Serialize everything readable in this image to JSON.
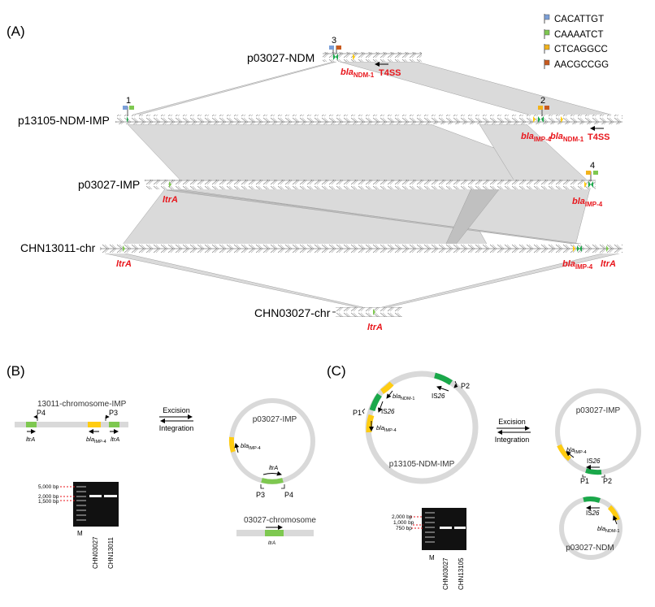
{
  "panels": {
    "A": {
      "label": "(A)"
    },
    "B": {
      "label": "(B)"
    },
    "C": {
      "label": "(C)"
    }
  },
  "legend": {
    "items": [
      {
        "label": "CACATTGT",
        "color": "#7b9fd8"
      },
      {
        "label": "CAAAATCT",
        "color": "#7ec850"
      },
      {
        "label": "CTCAGGCC",
        "color": "#f2b21a"
      },
      {
        "label": "AACGCCGG",
        "color": "#c85a1e"
      }
    ]
  },
  "colors": {
    "gene_label": "#e8151b",
    "link_fill": "#d9d9d9",
    "ltrA": "#7ec850",
    "bla": "#ffcc11",
    "is26": "#1aa84a",
    "plasmid_ring": "#d9d9d9",
    "gel_bg": "#111111"
  },
  "tracks": {
    "p03027_NDM": {
      "label": "p03027-NDM",
      "site_number": "3",
      "genes": [
        "bla",
        "NDM-1",
        "T4SS"
      ]
    },
    "p13105_NDM_IMP": {
      "label": "p13105-NDM-IMP",
      "site_left": "1",
      "site_right": "2",
      "genes": {
        "bla_imp": [
          "bla",
          "IMP-4"
        ],
        "bla_ndm": [
          "bla",
          "NDM-1"
        ],
        "t4ss": "T4SS"
      }
    },
    "p03027_IMP": {
      "label": "p03027-IMP",
      "site_number": "4",
      "genes": {
        "ltrA": "ltrA",
        "bla_imp": [
          "bla",
          "IMP-4"
        ]
      }
    },
    "CHN13011_chr": {
      "label": "CHN13011-chr",
      "genes": {
        "ltrA_left": "ltrA",
        "bla_imp": [
          "bla",
          "IMP-4"
        ],
        "ltrA_right": "ltrA"
      }
    },
    "CHN03027_chr": {
      "label": "CHN03027-chr",
      "genes": {
        "ltrA": "ltrA"
      }
    }
  },
  "panelB": {
    "chromosome_title": "13011-chromosome-IMP",
    "primers": {
      "p3": "P3",
      "p4": "P4"
    },
    "genes": {
      "ltrA": "ltrA",
      "bla": "bla",
      "imp_sub": "IMP-4"
    },
    "excision": "Excision",
    "integration": "Integration",
    "plasmid_name": "p03027-IMP",
    "chromosome2_title": "03027-chromosome",
    "gel": {
      "markers": [
        "5,000 bp",
        "2,000 bp",
        "1,500 bp"
      ],
      "lanes": [
        "M",
        "CHN03027",
        "CHN13011"
      ]
    }
  },
  "panelC": {
    "plasmid_big": "p13105-NDM-IMP",
    "is26": "IS26",
    "is_label": "IS",
    "is_num": "26",
    "primers": {
      "p1": "P1",
      "p2": "P2"
    },
    "genes": {
      "bla": "bla",
      "ndm_sub": "NDM-1",
      "imp_sub": "IMP-4"
    },
    "excision": "Excision",
    "integration": "Integration",
    "plasmid_imp": "p03027-IMP",
    "plasmid_ndm": "p03027-NDM",
    "gel": {
      "markers": [
        "2,000 bp",
        "1,000 bp",
        "750 bp"
      ],
      "lanes": [
        "M",
        "CHN03027",
        "CHN13105"
      ]
    }
  }
}
